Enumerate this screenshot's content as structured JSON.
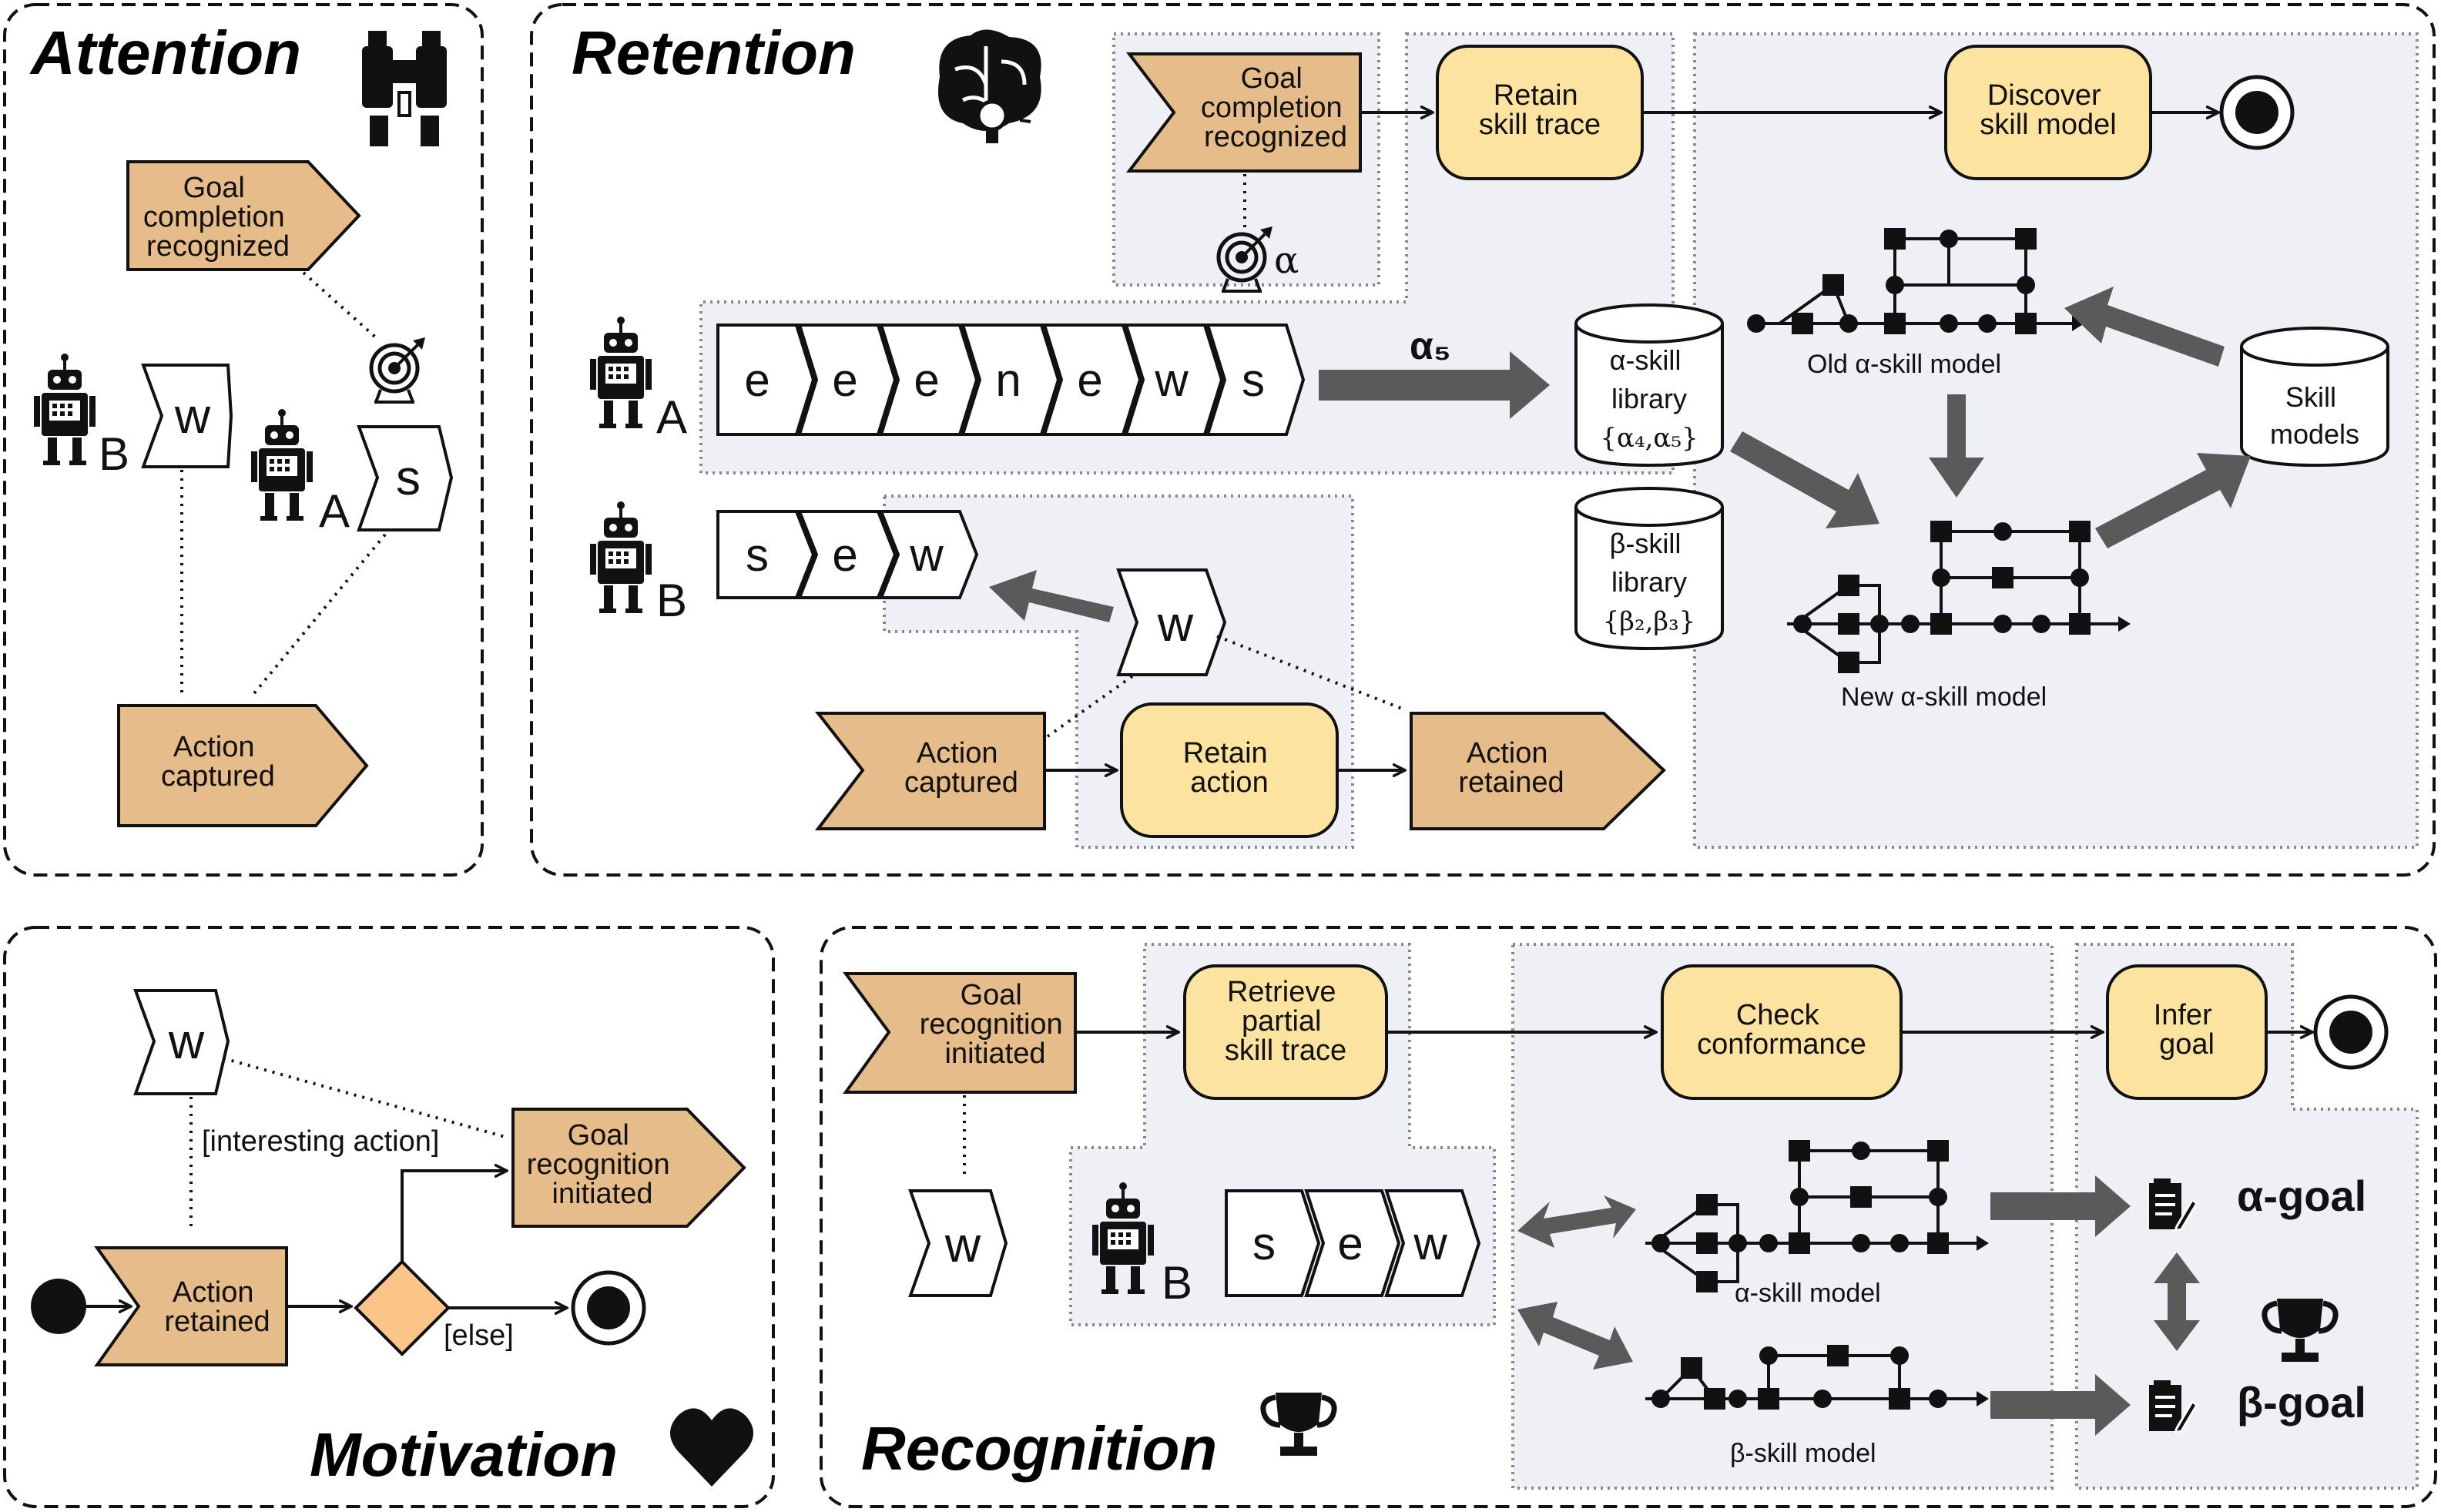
{
  "panels": {
    "attention": "Attention",
    "retention": "Retention",
    "motivation": "Motivation",
    "recognition": "Recognition"
  },
  "attention": {
    "goal_completion": [
      "Goal",
      "completion",
      "recognized"
    ],
    "action_captured": [
      "Action",
      "captured"
    ],
    "agent_b": "B",
    "agent_a": "A",
    "chev_w": "w",
    "chev_s": "s"
  },
  "retention": {
    "goal_completion": [
      "Goal",
      "completion",
      "recognized"
    ],
    "retain_trace": [
      "Retain",
      "skill trace"
    ],
    "discover_model": [
      "Discover",
      "skill model"
    ],
    "alpha_symbol": "α",
    "agent_a": "A",
    "agent_b": "B",
    "trace_a": [
      "e",
      "e",
      "e",
      "n",
      "e",
      "w",
      "s"
    ],
    "trace_b": [
      "s",
      "e",
      "w"
    ],
    "alpha5": "α₅",
    "alpha_library": [
      "α-skill",
      "library",
      "{α₄,α₅}"
    ],
    "beta_library": [
      "β-skill",
      "library",
      "{β₂,β₃}"
    ],
    "skill_models": [
      "Skill",
      "models"
    ],
    "old_model": "Old α-skill model",
    "new_model": "New α-skill model",
    "chev_w": "w",
    "action_captured": [
      "Action",
      "captured"
    ],
    "retain_action": [
      "Retain",
      "action"
    ],
    "action_retained": [
      "Action",
      "retained"
    ]
  },
  "motivation": {
    "chev_w": "w",
    "guard_interesting": "[interesting action]",
    "guard_else": "[else]",
    "goal_recognition": [
      "Goal",
      "recognition",
      "initiated"
    ],
    "action_retained": [
      "Action",
      "retained"
    ]
  },
  "recognition": {
    "goal_recognition": [
      "Goal",
      "recognition",
      "initiated"
    ],
    "retrieve": [
      "Retrieve",
      "partial",
      "skill trace"
    ],
    "check": [
      "Check",
      "conformance"
    ],
    "infer": [
      "Infer",
      "goal"
    ],
    "chev_w": "w",
    "agent_b": "B",
    "trace": [
      "s",
      "e",
      "w"
    ],
    "alpha_model": "α-skill model",
    "beta_model": "β-skill model",
    "alpha_goal": "α-goal",
    "beta_goal": "β-goal"
  },
  "icons": [
    "binoculars-icon",
    "brain-icon",
    "target-icon",
    "robot-icon",
    "trophy-icon",
    "heart-icon",
    "document-icon"
  ],
  "colors": {
    "event": "#e5bc8a",
    "action": "#fde3a0",
    "region": "#eef0f5",
    "arrow": "#5a5a5a"
  }
}
